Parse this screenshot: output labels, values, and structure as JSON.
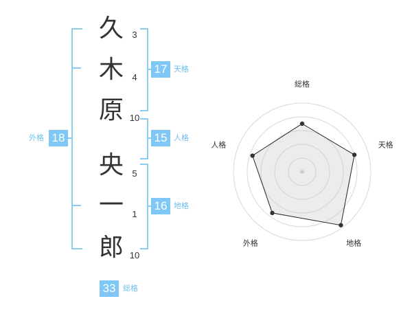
{
  "name_chars": [
    {
      "char": "久",
      "strokes": "3"
    },
    {
      "char": "木",
      "strokes": "4"
    },
    {
      "char": "原",
      "strokes": "10"
    },
    {
      "char": "央",
      "strokes": "5"
    },
    {
      "char": "一",
      "strokes": "1"
    },
    {
      "char": "郎",
      "strokes": "10"
    }
  ],
  "fortunes": {
    "tenkaku": {
      "value": "17",
      "label": "天格"
    },
    "jinkaku": {
      "value": "15",
      "label": "人格"
    },
    "chikaku": {
      "value": "16",
      "label": "地格"
    },
    "gaikaku": {
      "value": "18",
      "label": "外格"
    },
    "soukaku": {
      "value": "33",
      "label": "総格"
    }
  },
  "colors": {
    "accent": "#7fc7f5",
    "bracket": "#8ccaf0",
    "label": "#6dbff0",
    "text": "#333333"
  },
  "chart_data": {
    "type": "radar",
    "axes": [
      "総格",
      "天格",
      "地格",
      "外格",
      "人格"
    ],
    "values": [
      3.5,
      4.0,
      4.8,
      3.7,
      3.8
    ],
    "max": 5,
    "rings": 5
  }
}
